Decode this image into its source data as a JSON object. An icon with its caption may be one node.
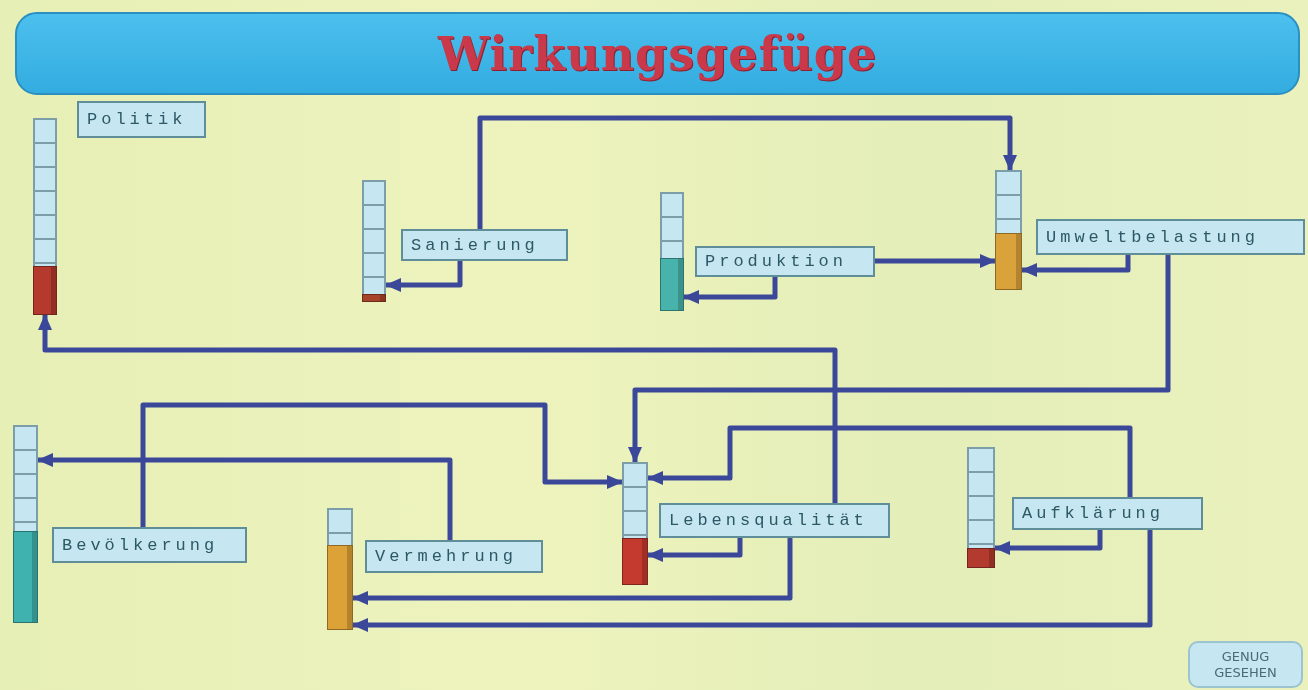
{
  "diagram": {
    "title": "Wirkungsgefüge",
    "nodes": [
      {
        "text": [
          "Politik"
        ]
      },
      {
        "text": [],
        "shape": "bar"
      },
      {
        "text": [
          "Sanierung"
        ]
      },
      {
        "text": [],
        "shape": "bar"
      },
      {
        "text": [
          "Produktion"
        ]
      },
      {
        "text": [],
        "shape": "bar"
      },
      {
        "text": [
          "Umweltbelastung"
        ]
      },
      {
        "text": [],
        "shape": "bar"
      },
      {
        "text": [
          "Bevölkerung"
        ]
      },
      {
        "text": [],
        "shape": "bar"
      },
      {
        "text": [
          "Vermehrung"
        ]
      },
      {
        "text": [],
        "shape": "bar"
      },
      {
        "text": [
          "Lebensqualität"
        ]
      },
      {
        "text": [],
        "shape": "bar"
      },
      {
        "text": [
          "Aufklärung"
        ]
      },
      {
        "text": [],
        "shape": "bar"
      }
    ],
    "edges": [
      {
        "from": 2,
        "to": 3,
        "arrow": "to"
      },
      {
        "from": 2,
        "to": 7,
        "arrow": "to"
      },
      {
        "from": 4,
        "to": 5,
        "arrow": "to"
      },
      {
        "from": 4,
        "to": 7,
        "arrow": "to"
      },
      {
        "from": 6,
        "to": 7,
        "arrow": "to"
      },
      {
        "from": 6,
        "to": 13,
        "arrow": "to"
      },
      {
        "from": 12,
        "to": 1,
        "arrow": "to"
      },
      {
        "from": 8,
        "to": 13,
        "arrow": "to"
      },
      {
        "from": 10,
        "to": 9,
        "arrow": "to"
      },
      {
        "from": 14,
        "to": 13,
        "arrow": "to"
      },
      {
        "from": 12,
        "to": 13,
        "arrow": "to"
      },
      {
        "from": 14,
        "to": 15,
        "arrow": "to"
      },
      {
        "from": 12,
        "to": 11,
        "arrow": "to"
      },
      {
        "from": 14,
        "to": 11,
        "arrow": "to"
      }
    ],
    "labels": [
      "GENUG GESEHEN"
    ]
  }
}
